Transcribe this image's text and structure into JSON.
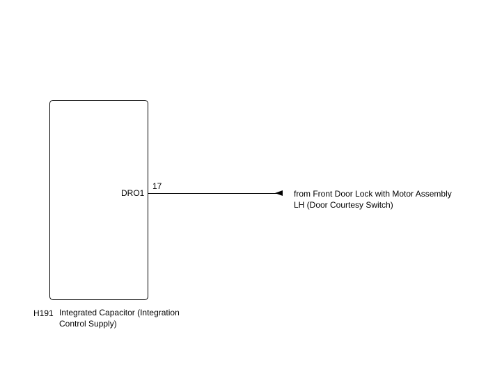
{
  "component": {
    "code": "H191",
    "name_line1": "Integrated Capacitor (Integration",
    "name_line2": "Control Supply)"
  },
  "pin": {
    "name": "DRO1",
    "number": "17"
  },
  "connection": {
    "line1": "from Front Door Lock with Motor Assembly",
    "line2": "LH (Door Courtesy Switch)"
  }
}
